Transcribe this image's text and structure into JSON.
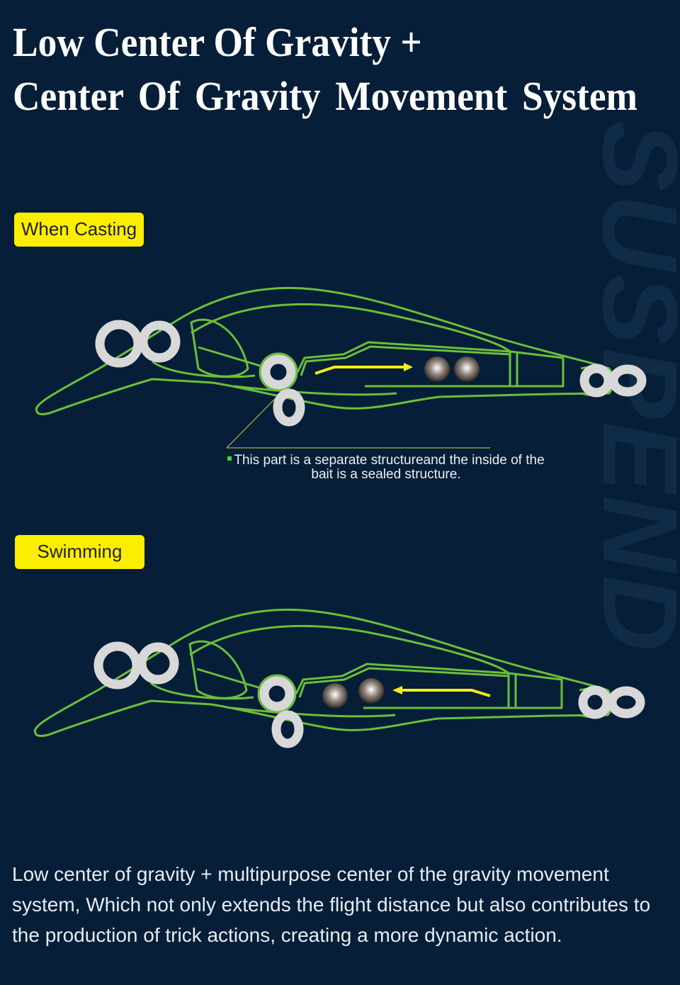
{
  "title": {
    "line1": "Low Center Of Gravity +",
    "line2": "Center Of Gravity Movement System"
  },
  "watermark": "SUSPEND",
  "sections": [
    {
      "label": "When Casting",
      "arrow_direction": "toward-tail"
    },
    {
      "label": "Swimming",
      "arrow_direction": "toward-head"
    }
  ],
  "note": {
    "line1": "This part is a separate structureand the inside of the",
    "line2": "bait is a sealed structure."
  },
  "description": "Low center of gravity + multipurpose center of  the gravity movement system, Which not only extends the flight distance but also contributes to the production of trick actions, creating a more dynamic action.",
  "colors": {
    "background": "#061e37",
    "outline": "#6abf3a",
    "badge": "#fbee00",
    "arrow": "#f5ee10",
    "ring": "#d9d9d9"
  }
}
